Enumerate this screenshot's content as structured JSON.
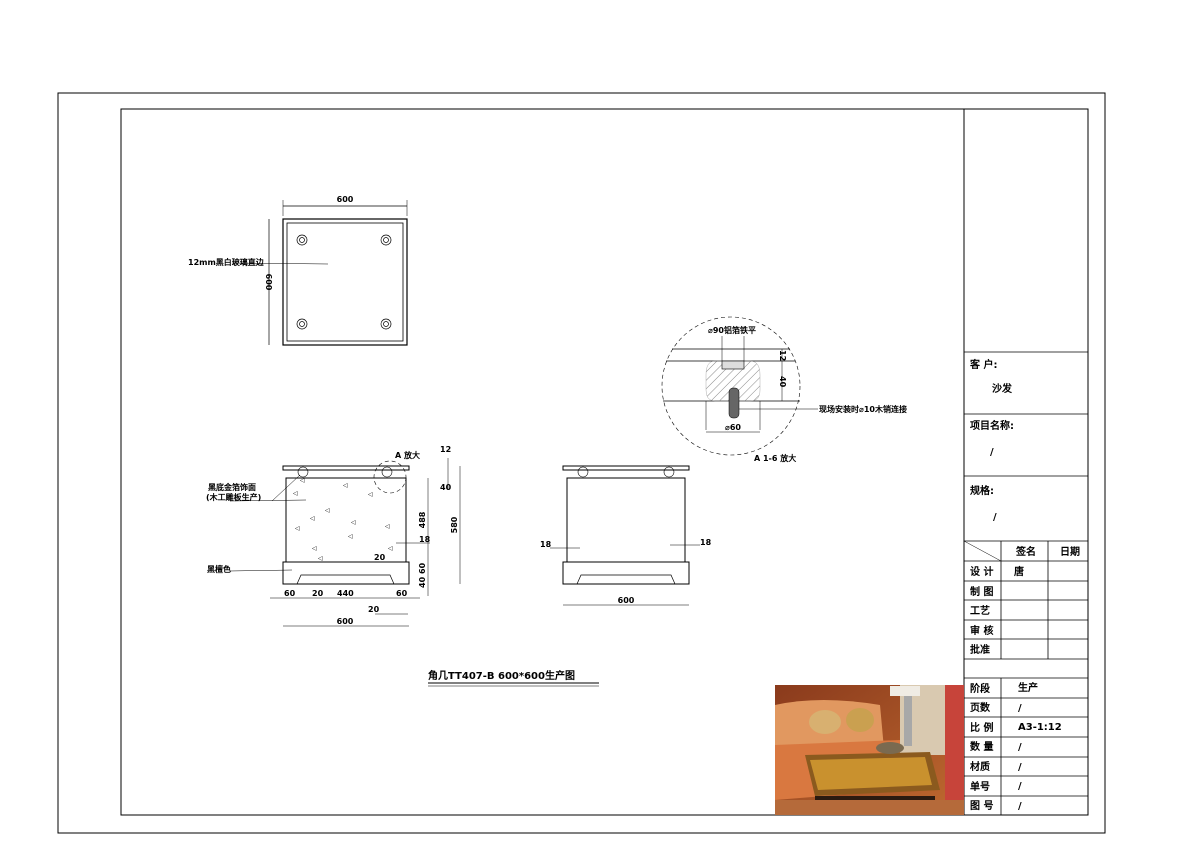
{
  "plan_view": {
    "width_dim": "600",
    "depth_dim": "600",
    "glass_label": "12mm黑白玻璃直边"
  },
  "front_view": {
    "detail_ref": "A 放大",
    "dim_glass": "12",
    "dim_top": "40",
    "dim_body": "488",
    "dim_total": "580",
    "dim_side": "18",
    "dim_inner": "20",
    "dim_base_a": "40",
    "dim_base_b": "60",
    "finish_label_1": "黑底金箔饰面",
    "finish_label_2": "(木工雕板生产)",
    "base_label": "黑檀色",
    "bottom_dims": [
      "60",
      "20",
      "440",
      "60"
    ],
    "dim_offset": "20",
    "overall_width": "600"
  },
  "side_view": {
    "dim_left": "18",
    "dim_right": "18",
    "overall_width": "600"
  },
  "detail_view": {
    "top_label": "⌀90铝箔铁平",
    "dim_12": "12",
    "dim_40": "40",
    "dia_label": "⌀60",
    "pin_label": "现场安装时⌀10木销连接",
    "caption": "A 1-6 放大"
  },
  "drawing_title": "角几TT407-B   600*600生产图",
  "title_block": {
    "client_label": "客 户:",
    "client_value": "沙发",
    "project_label": "项目名称:",
    "project_value": "/",
    "spec_label": "规格:",
    "spec_value": "/",
    "sign_header": "签名",
    "date_header": "日期",
    "roles": [
      {
        "label": "设 计",
        "sign": "唐"
      },
      {
        "label": "制 图",
        "sign": ""
      },
      {
        "label": "工艺",
        "sign": ""
      },
      {
        "label": "审 核",
        "sign": ""
      },
      {
        "label": "批准",
        "sign": ""
      }
    ],
    "info": [
      {
        "label": "阶段",
        "value": "生产"
      },
      {
        "label": "页数",
        "value": "/"
      },
      {
        "label": "比 例",
        "value": "A3-1:12"
      },
      {
        "label": "数 量",
        "value": "/"
      },
      {
        "label": "材质",
        "value": "/"
      },
      {
        "label": "单号",
        "value": "/"
      },
      {
        "label": "图 号",
        "value": "/"
      }
    ]
  }
}
